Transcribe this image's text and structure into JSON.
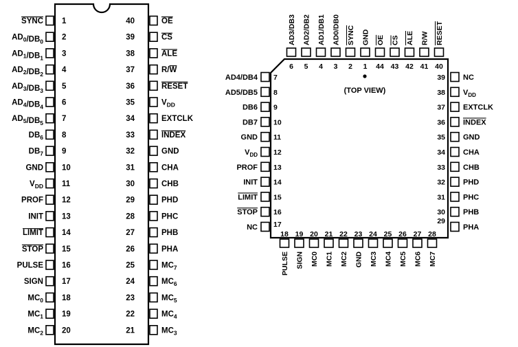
{
  "dip": {
    "left": [
      {
        "num": "1",
        "label": "SYNC",
        "over": true
      },
      {
        "num": "2",
        "label": "AD",
        "sub": "0",
        "label2": "/DB",
        "sub2": "0"
      },
      {
        "num": "3",
        "label": "AD",
        "sub": "1",
        "label2": "/DB",
        "sub2": "1"
      },
      {
        "num": "4",
        "label": "AD",
        "sub": "2",
        "label2": "/DB",
        "sub2": "2"
      },
      {
        "num": "5",
        "label": "AD",
        "sub": "3",
        "label2": "/DB",
        "sub2": "3"
      },
      {
        "num": "6",
        "label": "AD",
        "sub": "4",
        "label2": "/DB",
        "sub2": "4"
      },
      {
        "num": "7",
        "label": "AD",
        "sub": "5",
        "label2": "/DB",
        "sub2": "5"
      },
      {
        "num": "8",
        "label": "DB",
        "sub": "6"
      },
      {
        "num": "9",
        "label": "DB",
        "sub": "7"
      },
      {
        "num": "10",
        "label": "GND"
      },
      {
        "num": "11",
        "label": "V",
        "sub": "DD"
      },
      {
        "num": "12",
        "label": "PROF"
      },
      {
        "num": "13",
        "label": "INIT"
      },
      {
        "num": "14",
        "label": "LIMIT",
        "over": true
      },
      {
        "num": "15",
        "label": "STOP",
        "over": true
      },
      {
        "num": "16",
        "label": "PULSE"
      },
      {
        "num": "17",
        "label": "SIGN"
      },
      {
        "num": "18",
        "label": "MC",
        "sub": "0"
      },
      {
        "num": "19",
        "label": "MC",
        "sub": "1"
      },
      {
        "num": "20",
        "label": "MC",
        "sub": "2"
      }
    ],
    "right": [
      {
        "num": "40",
        "label": "OE",
        "over": true
      },
      {
        "num": "39",
        "label": "CS",
        "over": true
      },
      {
        "num": "38",
        "label": "ALE",
        "over": true
      },
      {
        "num": "37",
        "label": "R/",
        "label2": "W",
        "over2": true
      },
      {
        "num": "36",
        "label": "RESET",
        "over": true
      },
      {
        "num": "35",
        "label": "V",
        "sub": "DD"
      },
      {
        "num": "34",
        "label": "EXTCLK"
      },
      {
        "num": "33",
        "label": "INDEX",
        "over": true
      },
      {
        "num": "32",
        "label": "GND"
      },
      {
        "num": "31",
        "label": "CHA"
      },
      {
        "num": "30",
        "label": "CHB"
      },
      {
        "num": "29",
        "label": "PHD"
      },
      {
        "num": "28",
        "label": "PHC"
      },
      {
        "num": "27",
        "label": "PHB"
      },
      {
        "num": "26",
        "label": "PHA"
      },
      {
        "num": "25",
        "label": "MC",
        "sub": "7"
      },
      {
        "num": "24",
        "label": "MC",
        "sub": "6"
      },
      {
        "num": "23",
        "label": "MC",
        "sub": "5"
      },
      {
        "num": "22",
        "label": "MC",
        "sub": "4"
      },
      {
        "num": "21",
        "label": "MC",
        "sub": "3"
      }
    ]
  },
  "plcc": {
    "top_view": "(TOP VIEW)",
    "top": [
      {
        "num": "6",
        "label": "AD3/DB3"
      },
      {
        "num": "5",
        "label": "AD2/DB2"
      },
      {
        "num": "4",
        "label": "AD1/DB1"
      },
      {
        "num": "3",
        "label": "AD0/DB0"
      },
      {
        "num": "2",
        "label": "SYNC",
        "over": true
      },
      {
        "num": "1",
        "label": "GND"
      },
      {
        "num": "44",
        "label": "OE",
        "over": true
      },
      {
        "num": "43",
        "label": "CS",
        "over": true
      },
      {
        "num": "42",
        "label": "ALE",
        "over": true
      },
      {
        "num": "41",
        "label": "R/W"
      },
      {
        "num": "40",
        "label": "RESET",
        "over": true
      }
    ],
    "left": [
      {
        "num": "7",
        "label": "AD4/DB4"
      },
      {
        "num": "8",
        "label": "AD5/DB5"
      },
      {
        "num": "9",
        "label": "DB6"
      },
      {
        "num": "10",
        "label": "DB7"
      },
      {
        "num": "11",
        "label": "GND"
      },
      {
        "num": "12",
        "label": "V",
        "sub": "DD"
      },
      {
        "num": "13",
        "label": "PROF"
      },
      {
        "num": "14",
        "label": "INIT"
      },
      {
        "num": "15",
        "label": "LIMIT",
        "over": true
      },
      {
        "num": "16",
        "label": "STOP",
        "over": true
      },
      {
        "num": "17",
        "label": "NC"
      }
    ],
    "right": [
      {
        "num": "39",
        "label": "NC"
      },
      {
        "num": "38",
        "label": "V",
        "sub": "DD"
      },
      {
        "num": "37",
        "label": "EXTCLK"
      },
      {
        "num": "36",
        "label": "INDEX",
        "over": true
      },
      {
        "num": "35",
        "label": "GND"
      },
      {
        "num": "34",
        "label": "CHA"
      },
      {
        "num": "33",
        "label": "CHB"
      },
      {
        "num": "32",
        "label": "PHD"
      },
      {
        "num": "31",
        "label": "PHC"
      },
      {
        "num": "30",
        "label": "PHB"
      },
      {
        "num": "29",
        "label": "PHA"
      }
    ],
    "bottom": [
      {
        "num": "18",
        "label": "PULSE"
      },
      {
        "num": "19",
        "label": "SIGN"
      },
      {
        "num": "20",
        "label": "MC0"
      },
      {
        "num": "21",
        "label": "MC1"
      },
      {
        "num": "22",
        "label": "MC2"
      },
      {
        "num": "23",
        "label": "GND"
      },
      {
        "num": "24",
        "label": "MC3"
      },
      {
        "num": "25",
        "label": "MC4"
      },
      {
        "num": "26",
        "label": "MC5"
      },
      {
        "num": "27",
        "label": "MC6"
      },
      {
        "num": "28",
        "label": "MC7"
      }
    ]
  }
}
